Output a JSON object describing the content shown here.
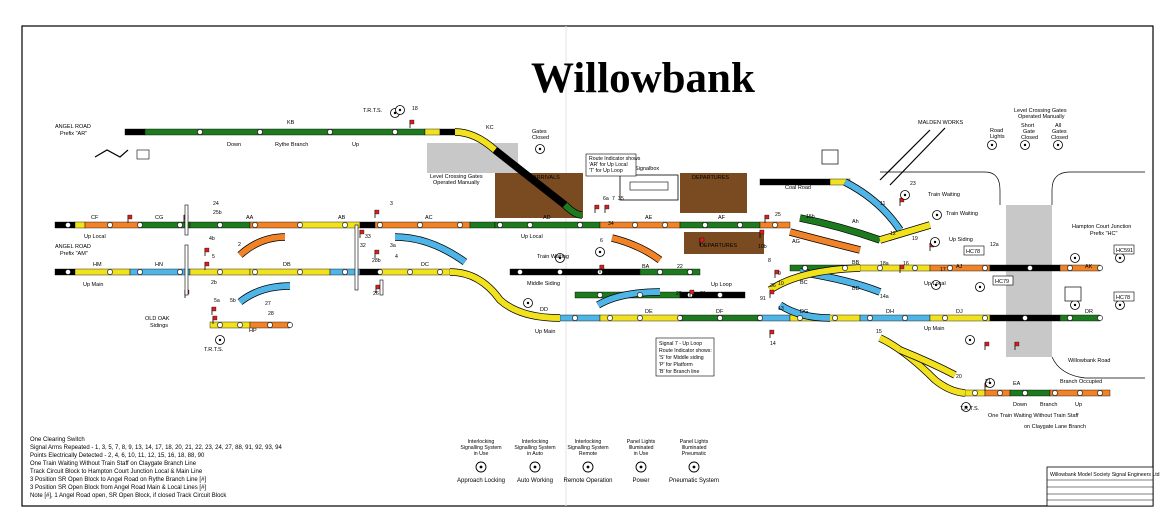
{
  "title": "Willowbank",
  "track_labels": {
    "kb": "KB",
    "kc": "KC",
    "cf": "CF",
    "cg": "CG",
    "aa": "AA",
    "ab": "AB",
    "ac": "AC",
    "ad": "AD",
    "ae": "AE",
    "af": "AF",
    "ag": "AG",
    "ah": "Ah",
    "aj": "AJ",
    "ak": "AK",
    "hm": "HM",
    "hn": "HN",
    "db": "DB",
    "dc": "DC",
    "dd": "DD",
    "de": "DE",
    "df": "DF",
    "dg": "DG",
    "dh": "DH",
    "dj": "DJ",
    "dr": "DR",
    "ea": "EA",
    "bb": "BB",
    "bc": "BC",
    "bd": "BD",
    "ba": "BA",
    "hp": "HP"
  },
  "line_labels": {
    "down_rythe": "Down",
    "rythe_branch": "Rythe Branch",
    "up_rythe": "Up",
    "up_local_left": "Up Local",
    "up_local_mid": "Up Local",
    "up_local_right": "Up Local",
    "up_main_left": "Up Main",
    "up_main_mid": "Up Main",
    "up_main_right": "Up Main",
    "up_loop": "Up Loop",
    "middle_siding": "Middle Siding",
    "coal_road": "Coal Road",
    "up_siding": "Up Siding",
    "down_branch": "Down",
    "branch_label": "Branch",
    "up_branch": "Up"
  },
  "place_labels": {
    "angel_road_ar": [
      "ANGEL ROAD",
      "Prefix \"AR\""
    ],
    "angel_road_am": [
      "ANGEL ROAD",
      "Prefix \"AM\""
    ],
    "old_oak": [
      "OLD OAK",
      "Sidings"
    ],
    "malden_works": "MALDEN WORKS",
    "hampton_court": [
      "Hampton Court Junction",
      "Prefix \"HC\""
    ],
    "willowbank_road": "Willowbank Road",
    "arrivals": "ARRIVALS",
    "departures_top": "DEPARTURES",
    "departures_mid": "DEPARTURES",
    "signalbox": "Signalbox",
    "branch_occupied": "Branch Occupied"
  },
  "crossing_labels": {
    "gates_closed": [
      "Gates",
      "Closed"
    ],
    "level_crossing_left": [
      "Level Crossing Gates",
      "Operated Manually"
    ],
    "level_crossing_right": [
      "Level Crossing Gates",
      "Operated Manually"
    ],
    "road_lights": [
      "Road",
      "Lights"
    ],
    "short_gate": [
      "Short",
      "Gate",
      "Closed"
    ],
    "all_gates": [
      "All",
      "Gates",
      "Closed"
    ]
  },
  "train_waiting": [
    "Train Waiting",
    "Train Waiting",
    "Train Waiting"
  ],
  "trts": [
    "T.R.T.S.",
    "T.R.T.S.",
    "T.R.T.S."
  ],
  "one_train_note": [
    "One Train Waiting Without Train Staff",
    "on Claygate Lane Branch"
  ],
  "route_indicators": [
    "HC591",
    "HC78",
    "HC79",
    "HC78"
  ],
  "signal_numbers": [
    "18",
    "25",
    "2",
    "2b",
    "3",
    "3a",
    "4",
    "4b",
    "5",
    "5a",
    "5b",
    "6",
    "6a",
    "7",
    "8",
    "9",
    "10",
    "10b",
    "11",
    "12",
    "12a",
    "13",
    "14",
    "14a",
    "15",
    "15b",
    "16",
    "17",
    "18a",
    "19",
    "20",
    "21",
    "22",
    "23",
    "24",
    "25b",
    "26",
    "27",
    "28",
    "28b",
    "29",
    "31",
    "32",
    "33",
    "34",
    "35",
    "36",
    "91"
  ],
  "route_indicator_box": [
    "Route Indicator shows",
    "'AR' for Up Local",
    "'T' for Up Loop"
  ],
  "signal17_box": [
    "Signal 7 - Up Loop",
    "Route Indicator shows:",
    "'S' for Middle siding",
    "'P' for Platform",
    "'B' for Branch line"
  ],
  "legend_lines": [
    "One Clearing Switch",
    "Signal Arms Repeated - 1, 3, 5, 7, 8, 9, 13, 14, 17, 18, 20, 21, 22, 23, 24, 27, 88, 91, 92, 93, 94",
    "Points Electrically Detected - 2, 4, 6, 10, 11, 12, 15, 16, 18, 88, 90",
    "One Train Waiting Without Train Staff on Claygate Branch Line",
    "Track Circuit Block to Hampton Court Junction Local & Main Line",
    "3 Position SR Open Block to Angel Road on Rythe Branch Line [#]",
    "3 Position SR Open Block from Angel Road Main & Local Lines [#]",
    "Note [#], 1 Angel Road open, SR Open Block, if closed Track Circuit Block"
  ],
  "panel_switches": [
    {
      "caption": [
        "Interlocking",
        "Signalling System",
        "in Use"
      ],
      "label": "Approach Locking"
    },
    {
      "caption": [
        "Interlocking",
        "Signalling System",
        "in Auto"
      ],
      "label": "Auto Working"
    },
    {
      "caption": [
        "Interlocking",
        "Signalling System",
        "Remote"
      ],
      "label": "Remote Operation"
    },
    {
      "caption": [
        "Panel Lights",
        "Illuminated",
        "in Use"
      ],
      "label": "Power"
    },
    {
      "caption": [
        "Panel Lights",
        "Illuminated",
        "Pneumatic"
      ],
      "label": "Pneumatic System"
    }
  ],
  "title_block": "Willowbank Model Society Signal Engineers Ltd",
  "colors": {
    "green": "#1e7a1e",
    "orange": "#f08228",
    "yellow": "#f2e21e",
    "blue": "#4fb4e6",
    "black": "#000000",
    "brown": "#7a4a20",
    "grey": "#c8c8c8",
    "red": "#d42020"
  }
}
